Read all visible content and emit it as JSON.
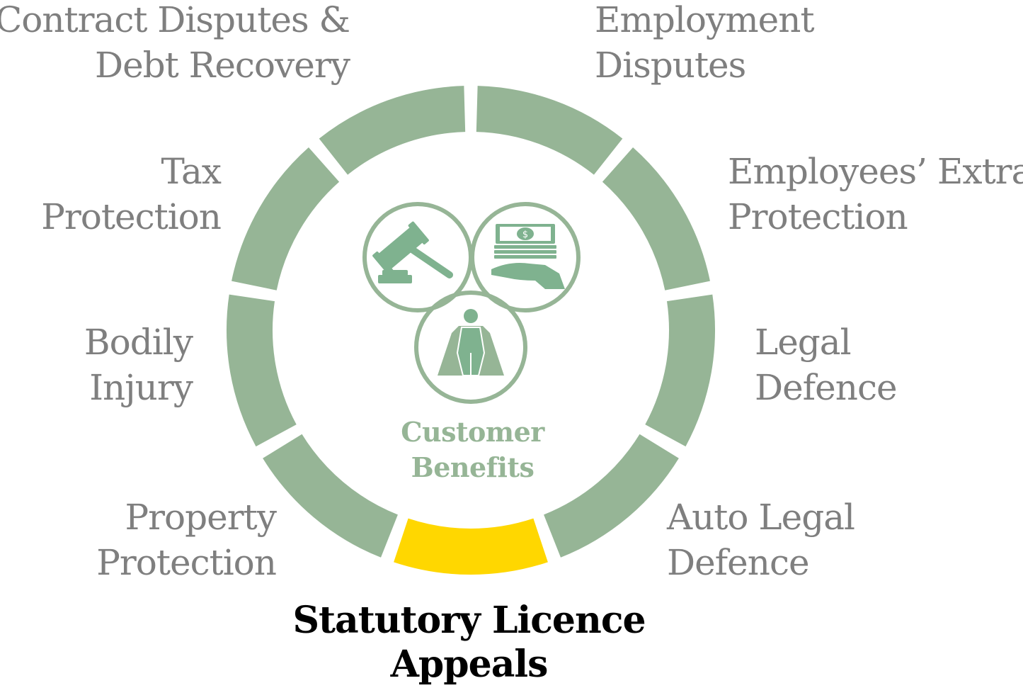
{
  "segments": [
    {
      "label_lines": [
        "Employment",
        "Disputes"
      ],
      "highlighted": false
    },
    {
      "label_lines": [
        "Employees’ Extra",
        "Protection"
      ],
      "highlighted": false
    },
    {
      "label_lines": [
        "Legal",
        "Defence"
      ],
      "highlighted": false
    },
    {
      "label_lines": [
        "Auto Legal",
        "Defence"
      ],
      "highlighted": false
    },
    {
      "label_lines": [
        "Statutory Licence",
        "Appeals"
      ],
      "highlighted": true
    },
    {
      "label_lines": [
        "Property",
        "Protection"
      ],
      "highlighted": false
    },
    {
      "label_lines": [
        "Bodily",
        "Injury"
      ],
      "highlighted": false
    },
    {
      "label_lines": [
        "Tax",
        "Protection"
      ],
      "highlighted": false
    },
    {
      "label_lines": [
        "Contract Disputes &",
        "Debt Recovery"
      ],
      "highlighted": false
    }
  ],
  "center": {
    "title_lines": [
      "Customer",
      "Benefits"
    ],
    "icons": [
      "gavel-icon",
      "money-in-hand-icon",
      "superhero-cape-icon"
    ]
  },
  "colors": {
    "segment": "#96b596",
    "highlight": "#ffd700",
    "label": "#7f7f7f",
    "highlight_label": "#000000",
    "icon": "#7fb28f",
    "circle_stroke": "#96b596"
  }
}
